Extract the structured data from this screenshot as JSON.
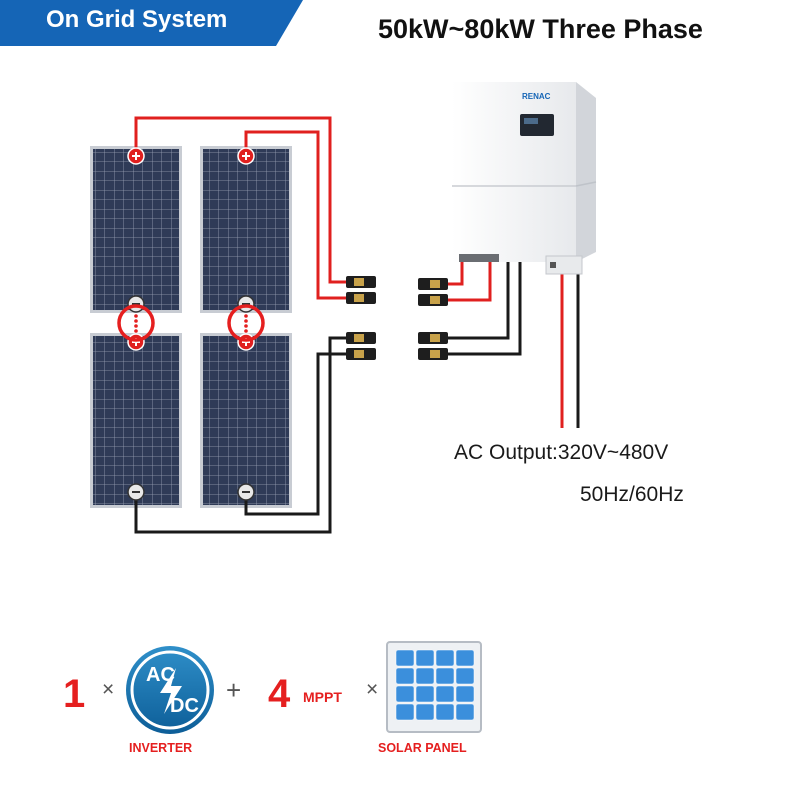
{
  "header": {
    "tab_label": "On Grid System",
    "title": "50kW~80kW Three Phase"
  },
  "inverter": {
    "brand": "RENAC"
  },
  "output": {
    "ac_output": "AC Output:320V~480V",
    "frequency": "50Hz/60Hz"
  },
  "formula": {
    "inverter_count": "1",
    "times_symbol": "×",
    "plus_symbol": "+",
    "mppt_count": "4",
    "mppt_label": "MPPT",
    "inverter_caption": "INVERTER",
    "inverter_icon_top": "AC",
    "inverter_icon_bottom": "DC",
    "solar_caption": "SOLAR PANEL"
  },
  "colors": {
    "tab_blue": "#1565b6",
    "positive_wire": "#e0201f",
    "negative_wire": "#1a1a1a",
    "highlight_red": "#e51f1f",
    "panel_dark": "#2f3b57"
  }
}
